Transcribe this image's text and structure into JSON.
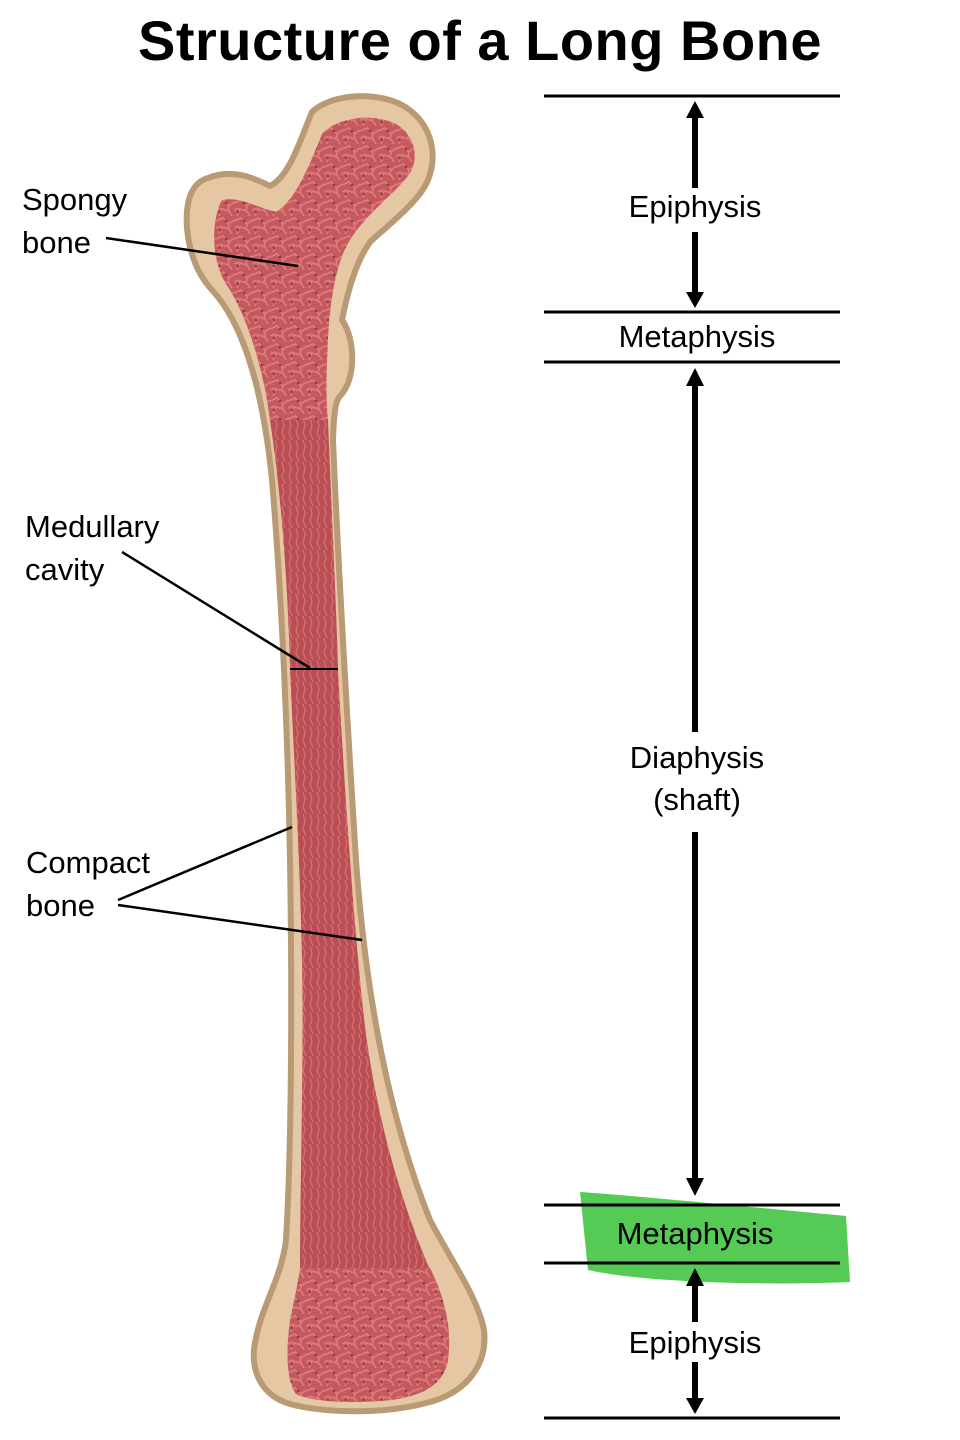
{
  "title": "Structure of a Long Bone",
  "left_labels": {
    "spongy_bone": [
      "Spongy",
      "bone"
    ],
    "medullary_cavity": [
      "Medullary",
      "cavity"
    ],
    "compact_bone": [
      "Compact",
      "bone"
    ]
  },
  "regions": {
    "epiphysis_top": "Epiphysis",
    "metaphysis_top": "Metaphysis",
    "diaphysis": [
      "Diaphysis",
      "(shaft)"
    ],
    "metaphysis_bottom": "Metaphysis",
    "epiphysis_bottom": "Epiphysis"
  },
  "colors": {
    "compact_bone": "#e6c7a4",
    "bone_outline": "#b89a74",
    "marrow": "#c25a5e",
    "marrow_dark": "#a8454b",
    "highlight": "#3ec43e"
  }
}
